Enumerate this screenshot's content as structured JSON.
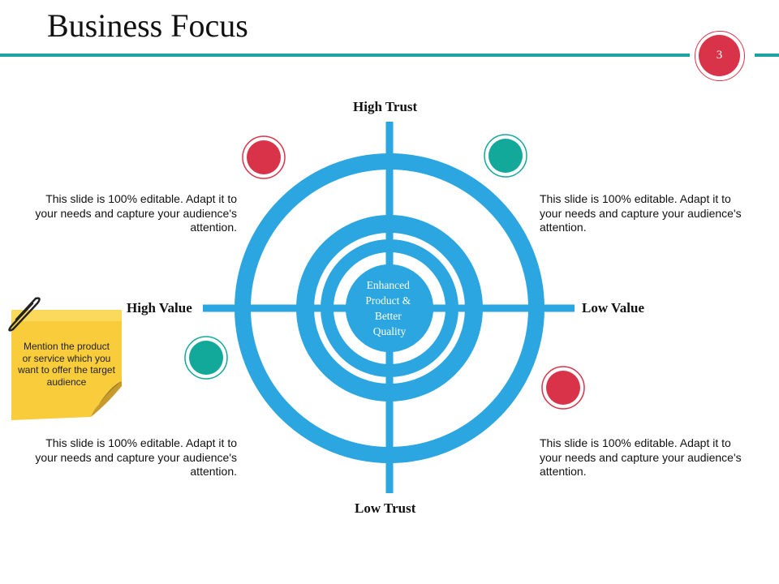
{
  "slide": {
    "title": "Business Focus",
    "page_number": "3"
  },
  "diagram": {
    "center_label_lines": [
      "Enhanced",
      "Product &",
      "Better",
      "Quality"
    ],
    "axes": {
      "top": "High Trust",
      "bottom": "Low Trust",
      "left": "High Value",
      "right": "Low Value"
    },
    "quadrants": {
      "top_left": "This slide is 100% editable. Adapt it to your needs and capture your audience's attention.",
      "top_right": "This slide is 100% editable. Adapt it to your needs and capture your audience's attention.",
      "bottom_left": "This slide is 100% editable. Adapt it to your needs and capture your audience's attention.",
      "bottom_right": "This slide is 100% editable. Adapt it to your needs and capture your audience's attention."
    }
  },
  "sticky_note": {
    "text": "Mention the product or service which you want to offer the target audience"
  },
  "colors": {
    "target_blue": "#2ba6e0",
    "rule_teal": "#1aa3a0",
    "marker_red": "#d9334a",
    "marker_teal": "#12a89a",
    "sticky_yellow": "#f9cc3c"
  }
}
